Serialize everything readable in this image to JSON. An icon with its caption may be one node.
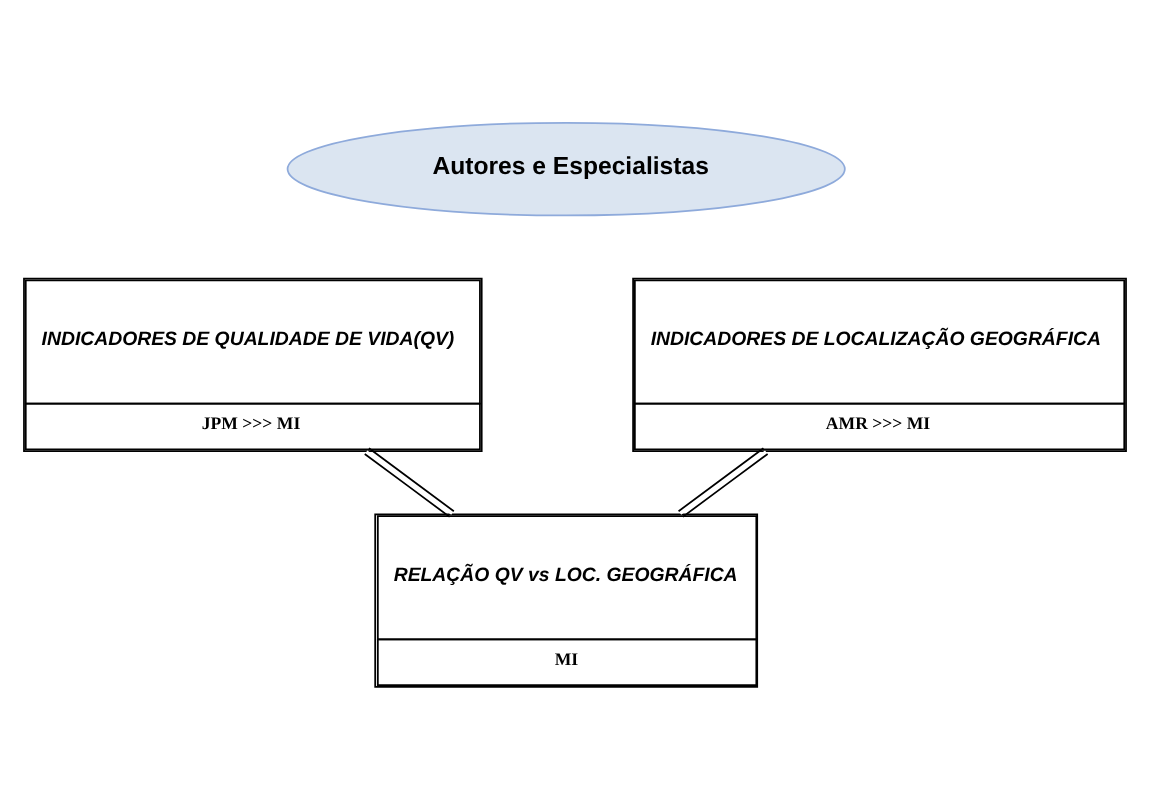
{
  "diagram": {
    "nodes": [
      {
        "text": [
          "Autores e Especialistas"
        ]
      },
      {
        "text": [
          "INDICADORES DE QUALIDADE DE VIDA(QV)",
          "JPM >>> MI"
        ]
      },
      {
        "text": [
          "INDICADORES DE LOCALIZAÇÃO GEOGRÁFICA",
          "AMR >>> MI"
        ]
      },
      {
        "text": [
          "RELAÇÃO QV vs LOC. GEOGRÁFICA",
          "MI"
        ]
      }
    ],
    "edges": [
      {
        "from": 1,
        "to": 3,
        "arrow": "none"
      },
      {
        "from": 2,
        "to": 3,
        "arrow": "none"
      }
    ]
  }
}
